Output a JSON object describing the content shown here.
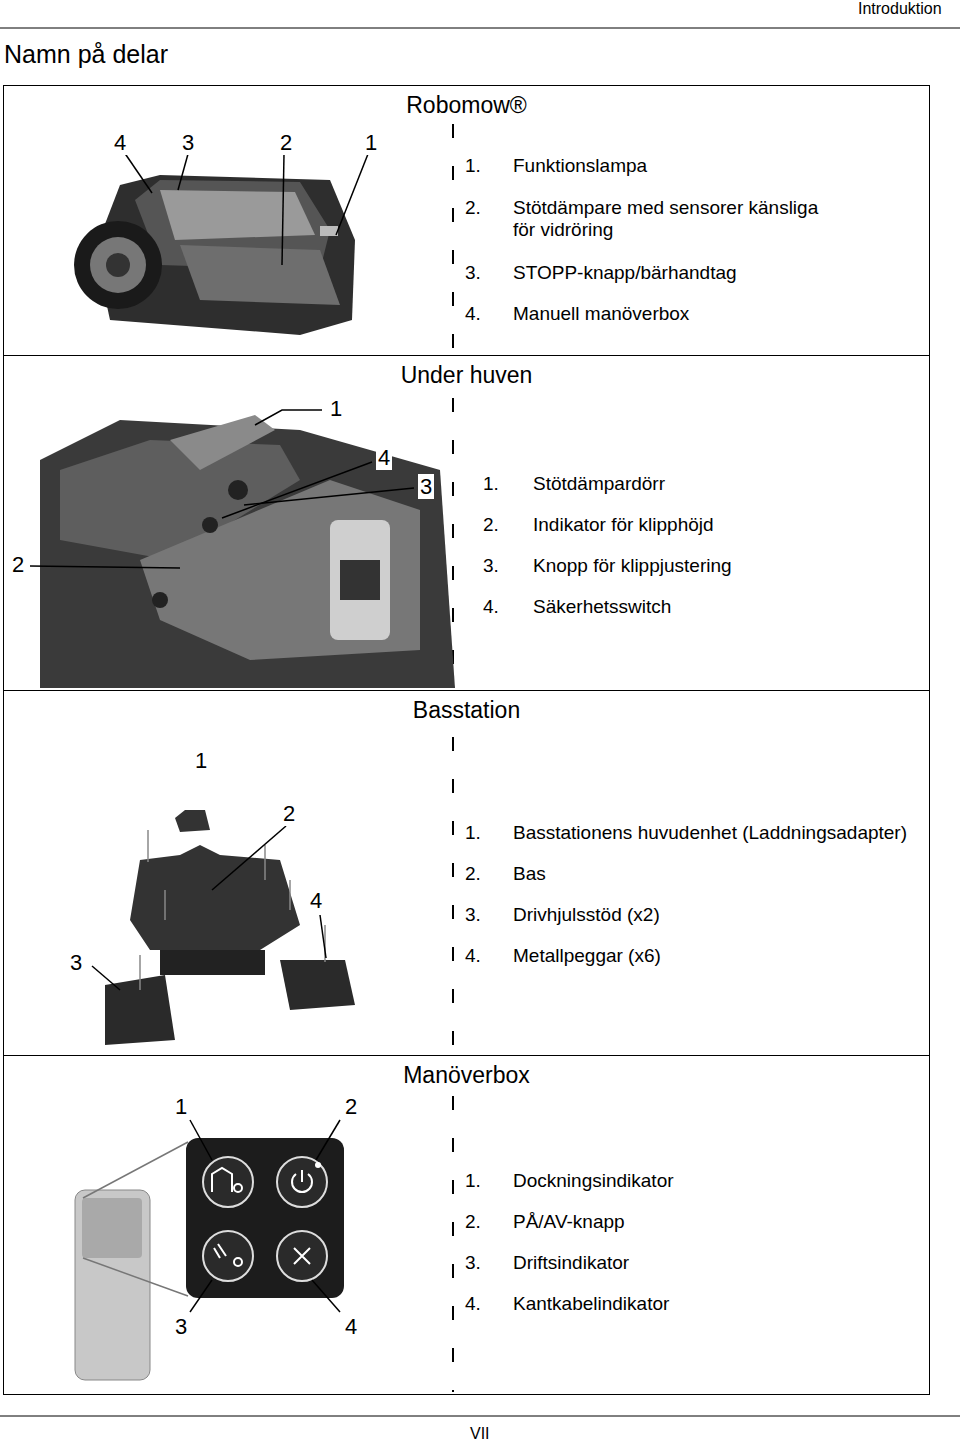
{
  "diagram": {
    "title": "Namn på delar",
    "nodes": [
      {
        "text": [
          "Robomow®"
        ]
      },
      {
        "text": [
          "Under huven"
        ]
      },
      {
        "text": [
          "Basstation"
        ]
      },
      {
        "text": [
          "Manöverbox"
        ]
      }
    ],
    "labels": [
      "Introduktion",
      "4",
      "3",
      "2",
      "1",
      "1.",
      "Funktionslampa",
      "2.",
      "Stötdämpare med sensorer känsliga för vidröring",
      "3.",
      "STOPP-knapp/bärhandtag",
      "4.",
      "Manuell manöverbox",
      "1",
      "4",
      "3",
      "2",
      "1.",
      "Stötdämpardörr",
      "2.",
      "Indikator för klipphöjd",
      "3.",
      "Knopp för klippjustering",
      "4.",
      "Säkerhetsswitch",
      "1",
      "2",
      "4",
      "3",
      "1.",
      "Basstationens huvudenhet (Laddningsadapter)",
      "2.",
      "Bas",
      "3.",
      "Drivhjulsstöd (x2)",
      "4.",
      "Metallpeggar (x6)",
      "1",
      "2",
      "3",
      "4",
      "1.",
      "Dockningsindikator",
      "2.",
      "PÅ/AV-knapp",
      "3.",
      "Driftsindikator",
      "4.",
      "Kantkabelindikator",
      "VII"
    ]
  }
}
